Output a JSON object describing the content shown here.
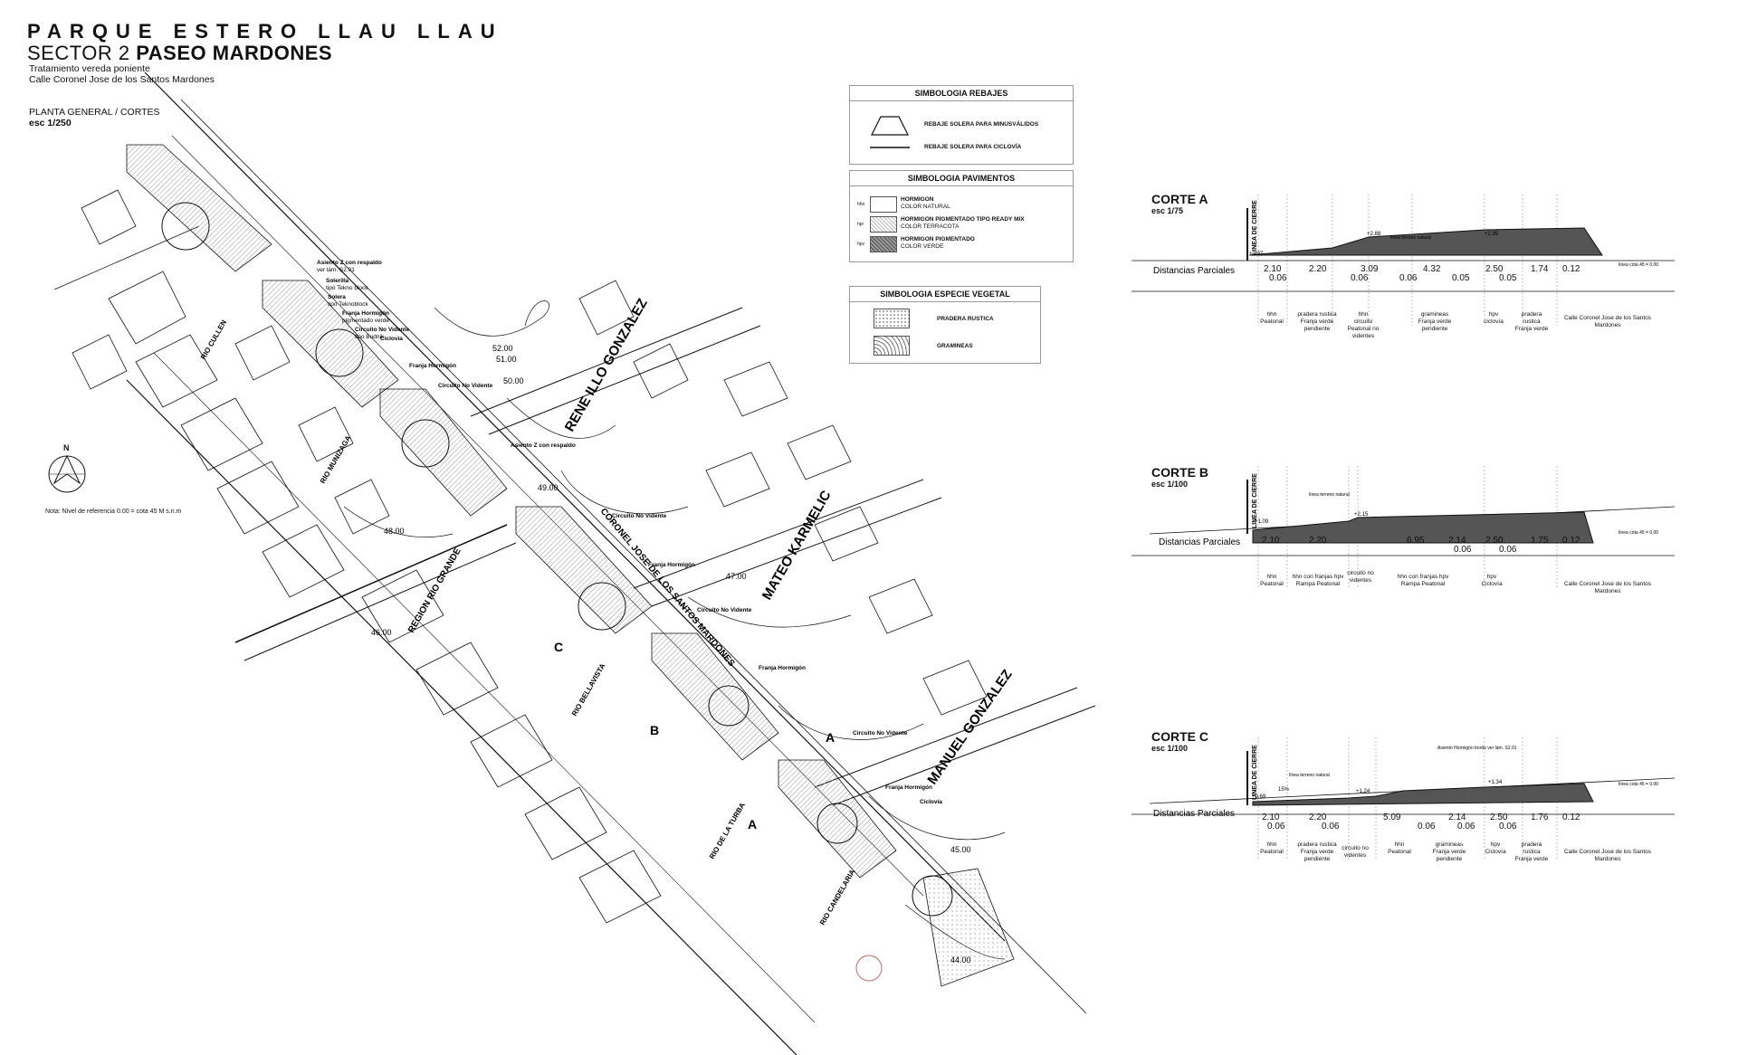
{
  "header": {
    "title": "PARQUE ESTERO LLAU LLAU",
    "sector_prefix": "SECTOR 2",
    "sector_name": "PASEO MARDONES",
    "line1": "Tratamiento vereda poniente",
    "line2": "Calle Coronel Jose de los Santos Mardones",
    "plan_label": "PLANTA GENERAL / CORTES",
    "plan_scale": "esc 1/250"
  },
  "north": "N",
  "note": "Nota: Nivel de referencia 0.00 = cota 45 M s.n.m",
  "legend_rebajes": {
    "title": "SIMBOLOGIA REBAJES",
    "item1": "REBAJE SOLERA PARA MINUSVÁLIDOS",
    "item2": "REBAJE SOLERA PARA CICLOVÍA"
  },
  "legend_pavimentos": {
    "title": "SIMBOLOGIA PAVIMENTOS",
    "items": [
      {
        "code": "hhn",
        "line1": "HORMIGON",
        "line2": "COLOR NATURAL"
      },
      {
        "code": "hpr",
        "line1": "HORMIGON PIGMENTADO TIPO READY MIX",
        "line2": "COLOR TERRACOTA"
      },
      {
        "code": "hpv",
        "line1": "HORMIGON PIGMENTADO",
        "line2": "COLOR VERDE"
      }
    ]
  },
  "legend_vegetal": {
    "title": "SIMBOLOGIA ESPECIE VEGETAL",
    "item1": "PRADERA RUSTICA",
    "item2": "GRAMINEAS"
  },
  "streets": {
    "rene": "RENE ILLO GONZALEZ",
    "mateo": "MATEO KARMELIC",
    "manuel": "MANUEL GONZALEZ",
    "region": "REGION RIO GRANDE",
    "coronel": "CORONEL JOSE DE LOS SANTOS MARDONES",
    "cullen": "RIO CULLEN",
    "munizaga": "RIO MUNIZAGA",
    "bellavista": "RIO BELLAVISTA",
    "turba": "RIO DE LA TURBA",
    "candelaria": "RIO CANDELARIA"
  },
  "plan_annotations": {
    "a1": "Asiento Z con respaldo",
    "a1b": "ver lám. S2.01",
    "a2": "Solerilla",
    "a2b": "tipo Tekno block",
    "a3": "Solera",
    "a3b": "tipo Teknoblock",
    "a4": "Franja Hormigón",
    "a4b": "pigmentado verde",
    "a5": "Circuito No Vidente",
    "a5b": "tipo Budnik",
    "a6": "Ciclovía",
    "cota1": "52.00",
    "cota2": "51.00",
    "cota3": "50.00",
    "cota4": "49.00",
    "cota5": "48.00",
    "cota6": "47.00",
    "cota7": "46.00",
    "cota8": "45.00",
    "cota9": "44.00",
    "sec_a": "A",
    "sec_b": "B",
    "sec_c": "C"
  },
  "cortes": [
    {
      "title": "CORTE A",
      "scale": "esc 1/75",
      "linea": "LINEA DE CIERRE",
      "terreno": "línea terreno natural",
      "cota": "línea cota 45 = 0.00",
      "levels": [
        "+1.97",
        "+2.88",
        "+2.95"
      ],
      "distancias_label": "Distancias Parciales",
      "dims_top": [
        "2.10",
        "2.20",
        "3.09",
        "4.32",
        "2.50",
        "1.74",
        "0.12"
      ],
      "dims_bot": [
        "0.06",
        "0.06",
        "0.06",
        "0.05",
        "0.05"
      ],
      "labels": [
        {
          "code": "hhn",
          "text": "Peatonal"
        },
        {
          "code": "pradera rustica",
          "text": "Franja verde pendiente"
        },
        {
          "code": "hhn",
          "text": "circuito Peatonal no videntes"
        },
        {
          "code": "gramineas",
          "text": "Franja verde pendiente"
        },
        {
          "code": "hpv",
          "text": "ciclovía"
        },
        {
          "code": "pradera rustica",
          "text": "Franja verde"
        },
        {
          "code": "",
          "text": "Calle Coronel Jose de los Santos Mardones"
        }
      ]
    },
    {
      "title": "CORTE B",
      "scale": "esc 1/100",
      "linea": "LINEA DE CIERRE",
      "terreno": "línea terreno natural",
      "cota": "línea cota 45 = 0.00",
      "levels": [
        "+1.09",
        "+2.15"
      ],
      "distancias_label": "Distancias Parciales",
      "dims_top": [
        "2.10",
        "2.20",
        "6.95",
        "2.14",
        "2.50",
        "1.75",
        "0.12"
      ],
      "dims_bot": [
        "0.06",
        "0.06"
      ],
      "labels": [
        {
          "code": "hhn",
          "text": "Peatonal"
        },
        {
          "code": "hhn con franjas hpv",
          "text": "Rampa Peatonal"
        },
        {
          "code": "",
          "text": "circuito no videntes"
        },
        {
          "code": "hhn con franjas hpv",
          "text": "Rampa Peatonal"
        },
        {
          "code": "hpv",
          "text": "Ciclovía"
        },
        {
          "code": "",
          "text": "Calle Coronel Jose de los Santos Mardones"
        }
      ]
    },
    {
      "title": "CORTE C",
      "scale": "esc 1/100",
      "linea": "LINEA DE CIERRE",
      "terreno": "línea terreno natural",
      "cota": "línea cota 45 = 0.00",
      "asiento": "Asiento Hormigón borde ver lám. S2.01",
      "levels": [
        "+0.69",
        "+1.24",
        "+1.34"
      ],
      "pct": "15%",
      "distancias_label": "Distancias Parciales",
      "dims_top": [
        "2.10",
        "2.20",
        "5.09",
        "2.14",
        "2.50",
        "1.76",
        "0.12"
      ],
      "dims_bot": [
        "0.06",
        "0.06",
        "0.06",
        "0.06",
        "0.06"
      ],
      "labels": [
        {
          "code": "hhn",
          "text": "Peatonal"
        },
        {
          "code": "pradera rustica",
          "text": "Franja verde pendiente"
        },
        {
          "code": "",
          "text": "circuito no videntes"
        },
        {
          "code": "hhn",
          "text": "Peatonal"
        },
        {
          "code": "gramineas",
          "text": "Franja verde pendiente"
        },
        {
          "code": "hpv",
          "text": "Ciclovía"
        },
        {
          "code": "pradera rustica",
          "text": "Franja verde"
        },
        {
          "code": "",
          "text": "Calle Coronel Jose de los Santos Mardones"
        }
      ]
    }
  ]
}
